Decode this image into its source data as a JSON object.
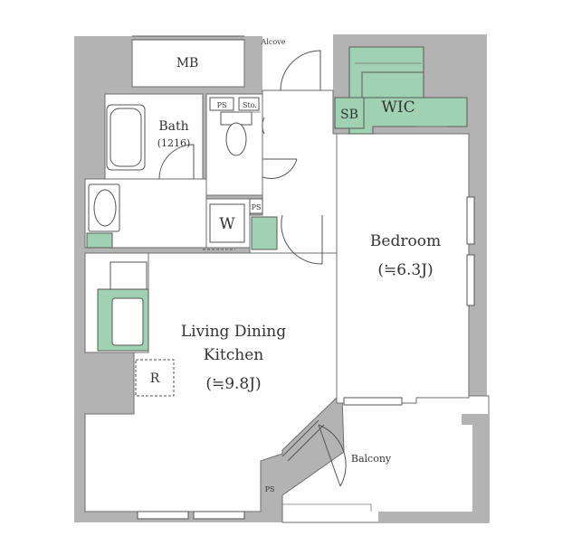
{
  "labels": {
    "mb": "MB",
    "alcove": "Alcove",
    "bath": "Bath",
    "bath_size": "(1216)",
    "ps": "PS",
    "sto": "Sto.",
    "sb": "SB",
    "wic": "WIC",
    "w": "W",
    "bedroom": "Bedroom",
    "bedroom_size": "(≒6.3J)",
    "ldk_line1": "Living Dining",
    "ldk_line2": "Kitchen",
    "ldk_size": "(≒9.8J)",
    "r": "R",
    "balcony": "Balcony"
  },
  "colors": {
    "wall": "#b3b3b3",
    "storage": "#9fd1b2",
    "line": "#555555"
  }
}
